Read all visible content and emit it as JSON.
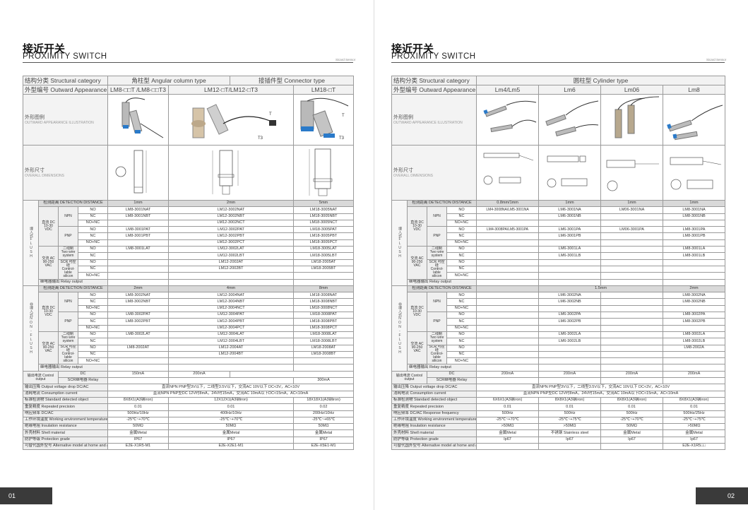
{
  "left": {
    "title_cn": "接近开关",
    "title_en": "PROXIMITY SWITCH",
    "tag": "Sicard Sensor",
    "page_no": "01",
    "structural": {
      "label": "结构分类 Structural category",
      "c1": "角柱型 Angular column type",
      "c2": "接插件型 Connector type"
    },
    "appearance": {
      "label": "外型编号 Outward Appearance code",
      "cols": [
        "LM8-□□T /LM8-□□T3",
        "LM12-□T/LM12-□T3",
        "LM18-□T"
      ]
    },
    "illus": {
      "cn": "外形图例",
      "en": "OUTWARD APPEARANCE ILLUSTRATION",
      "t1": "T",
      "t2": "T3",
      "t3": "T3",
      "t4": "T",
      "t5": "T3"
    },
    "overall": {
      "cn": "外形尺寸",
      "en": "OVERALL DIMENSIONS"
    },
    "flush": {
      "side": "埋入式FLUSH",
      "dist_label": "检测距离 DETECTION DISTANCE",
      "dist": [
        "1mm",
        "2mm",
        "5mm"
      ],
      "dc": "直流 DC 10-30 VDC",
      "ac": "交流 AC 90-250 VAC",
      "npn": "NPN",
      "pnp": "PNP",
      "two": "二线制 Two wire system",
      "scr": "SCR 可控硅 Control-lable silicon",
      "relay": "继电器输出 Relay output",
      "rows": [
        [
          "NO",
          "LM8-3001NAT",
          "LM12-3002NAT",
          "LM18-3005NAT"
        ],
        [
          "NC",
          "LM8-3001NBT",
          "LM12-3002NBT",
          "LM18-3005NBT"
        ],
        [
          "NO+NC",
          "",
          "LM12-3002NCT",
          "LM18-3005NCT"
        ],
        [
          "NO",
          "LM8-3001PAT",
          "LM12-3002PAT",
          "LM18-3005PAT"
        ],
        [
          "NC",
          "LM8-3001PBT",
          "LM12-3002PBT",
          "LM18-3005PBT"
        ],
        [
          "NO+NC",
          "",
          "LM12-3002PCT",
          "LM18-3005PCT"
        ],
        [
          "NO",
          "LM8-3001LAT",
          "LM12-3002LAT",
          "LM18-3005LAT"
        ],
        [
          "NC",
          "",
          "LM12-3002LBT",
          "LM18-3005LBT"
        ],
        [
          "NO",
          "",
          "LM12-2002AT",
          "LM18-2005AT"
        ],
        [
          "NC",
          "",
          "LM12-2002BT",
          "LM18-2005BT"
        ],
        [
          "NO+NC",
          "",
          "",
          ""
        ]
      ]
    },
    "nonflush": {
      "side": "非埋入式NON-FLUSH",
      "dist_label": "检测距离 DETECTION DISTANCE",
      "dist": [
        "2mm",
        "4mm",
        "8mm"
      ],
      "rows": [
        [
          "NO",
          "LM8-3002NAT",
          "LM12-3004NAT",
          "LM18-3008NAT"
        ],
        [
          "NC",
          "LM8-3002NBT",
          "LM12-3004NBT",
          "LM18-3008NBT"
        ],
        [
          "NO+NC",
          "",
          "LM12-3004NCT",
          "LM18-3008NCT"
        ],
        [
          "NO",
          "LM8-3002PAT",
          "LM12-3004PAT",
          "LM18-3008PAT"
        ],
        [
          "NC",
          "LM8-3002PBT",
          "LM12-3004PBT",
          "LM18-3008PBT"
        ],
        [
          "NO+NC",
          "",
          "LM12-3004PCT",
          "LM18-3008PCT"
        ],
        [
          "NO",
          "LM8-3002LAT",
          "LM12-3004LAT",
          "LM18-3008LAT"
        ],
        [
          "NC",
          "",
          "LM12-3004LBT",
          "LM18-3008LBT"
        ],
        [
          "NO",
          "LM8-2002AT",
          "LM12-2004AT",
          "LM18-2008AT"
        ],
        [
          "NC",
          "",
          "LM12-2004BT",
          "LM18-2008BT"
        ],
        [
          "NO+NC",
          "",
          "",
          ""
        ]
      ]
    },
    "control": {
      "label": "输出电流 Control output",
      "dc": "DC",
      "relay": "SCR继电器 Relay",
      "v1": "150mA",
      "v2": "200mA",
      "v3": "300mA"
    },
    "specs": [
      [
        "输出压降 Output voltage drop DC/AC",
        "直流NPN PNP型3V以下，二线型3.5V以下，交流AC 10V以下 DC<3V，AC<10V"
      ],
      [
        "消耗电流 Consumption current",
        "直流NPN PNP型DC 12V时8mA，24V时15mA，交流AC 10mA以下DC<15mA，AC<10mA"
      ],
      [
        "标准检测物 Standard detected object",
        "8X8X1(A3钢iron)",
        "12X12X1(A3钢iron)",
        "18X18X1(A3钢iron)"
      ],
      [
        "重复精度 Repeated precision",
        "0.01",
        "0.01",
        "0.02"
      ],
      [
        "响应频率 DC/AC",
        "500Hz/10Hz",
        "400Hz/10Hz",
        "200Hz/10Hz"
      ],
      [
        "工作环境温度 Working environment temperature",
        "-25℃~+70℃",
        "-25℃~+70℃",
        "-25℃~+65℃"
      ],
      [
        "绝缘电阻 Insulation resistance",
        "50MΩ",
        "50MΩ",
        "50MΩ"
      ],
      [
        "外壳材料 Shell material",
        "金属Metal",
        "金属Metal",
        "金属Metal"
      ],
      [
        "防护等级 Protection grade",
        "IP67",
        "IP67",
        "IP67"
      ],
      [
        "可替代国外型号 Alternative model at home and abroad",
        "E2E-X1R5-M1",
        "E2E-X2E1-M1",
        "E2E-X5E1-M1"
      ]
    ]
  },
  "right": {
    "title_cn": "接近开关",
    "title_en": "PROXIMITY SWITCH",
    "tag": "Sicard Sensor",
    "page_no": "02",
    "structural": {
      "label": "结构分类 Structural category",
      "c1": "圆柱型 Cylinder type"
    },
    "appearance": {
      "label": "外型编号 Outward Appearance code",
      "cols": [
        "Lm4/Lm5",
        "Lm6",
        "Lm06",
        "Lm8"
      ]
    },
    "illus": {
      "cn": "外形图例",
      "en": "OUTWARD APPEARANCE ILLUSTRATION"
    },
    "overall": {
      "cn": "外形尺寸",
      "en": "OVERALL DIMENSIONS"
    },
    "flush": {
      "side": "埋入式FLUSH",
      "dist_label": "检测距离 DETECTION DISTANCE",
      "dist": [
        "0.8mm/1mm",
        "1mm",
        "1mm",
        "1mm"
      ],
      "dc": "直流 DC 10-30 VDC",
      "ac": "交流 AC 90-250 VAC",
      "npn": "NPN",
      "pnp": "PNP",
      "two": "二线制 Two wire system",
      "scr": "SCR 可控硅 Control-lable silicon",
      "relay": "继电器输出 Relay output",
      "rows": [
        [
          "NO",
          "LM4-3008NA/LM5-3001NA",
          "LM6-3001NA",
          "LM06-3001NA",
          "LM8-3001NA"
        ],
        [
          "NC",
          "",
          "LM6-3001NB",
          "",
          "LM8-3001NB"
        ],
        [
          "NO+NC",
          "",
          "",
          "",
          ""
        ],
        [
          "NO",
          "LM4-3008PA/LM5-3001PA",
          "LM6-3001PA",
          "LM06-3001PA",
          "LM8-3001PA"
        ],
        [
          "NC",
          "",
          "LM6-3001PB",
          "",
          "LM8-3001PB"
        ],
        [
          "NO+NC",
          "",
          "",
          "",
          ""
        ],
        [
          "NO",
          "",
          "LM6-3001LA",
          "",
          "LM8-3001LA"
        ],
        [
          "NC",
          "",
          "LM6-3001LB",
          "",
          "LM8-3001LB"
        ],
        [
          "NO",
          "",
          "",
          "",
          ""
        ],
        [
          "NC",
          "",
          "",
          "",
          ""
        ],
        [
          "NO+NC",
          "",
          "",
          "",
          ""
        ]
      ]
    },
    "nonflush": {
      "side": "非埋入式NON-FLUSH",
      "dist_label": "检测距离 DETECTION DISTANCE",
      "dist": [
        "1.5mm",
        "2mm"
      ],
      "rows": [
        [
          "NO",
          "LM6-3002NA",
          "LM8-3002NA"
        ],
        [
          "NC",
          "LM6-3002NB",
          "LM8-3002NB"
        ],
        [
          "NO+NC",
          "",
          ""
        ],
        [
          "NO",
          "LM6-3002PA",
          "LM8-3002PA"
        ],
        [
          "NC",
          "LM6-3002PB",
          "LM8-3002PB"
        ],
        [
          "NO+NC",
          "",
          ""
        ],
        [
          "NO",
          "LM6-3002LA",
          "LM8-3002LA"
        ],
        [
          "NC",
          "LM6-3002LB",
          "LM8-3002LB"
        ],
        [
          "NO",
          "",
          "LM8-2002A"
        ],
        [
          "NC",
          "",
          ""
        ],
        [
          "NO+NC",
          "",
          ""
        ]
      ]
    },
    "control": {
      "label": "输出电流 Control output",
      "dc": "DC",
      "relay": "SCR继电器 Relay",
      "vals": [
        "200mA",
        "200mA",
        "200mA",
        "200mA"
      ]
    },
    "specs": [
      [
        "输出压降 Output voltage drop DC/AC",
        "直流NPN PNP型3V以下，二线型3.5V以下，交流AC 10V以下 DC<3V，AC<10V"
      ],
      [
        "消耗电流 Consumption current",
        "直流NPN PNP型DC 12V时8mA，24V时15mA，交流AC 10mA以下DC<15mA，AC<10mA"
      ],
      [
        "标准检测物 Standard detected object",
        "6X6X1(A3钢iron)",
        "8X8X1(A3钢iron)",
        "8X8X1(A3钢iron)",
        "8X8X1(A3钢iron)"
      ],
      [
        "重复精度 Repeated precision",
        "0.01",
        "0.01",
        "0.01",
        "0.01"
      ],
      [
        "响应频率 DC/AC Response frequency",
        "500Hz",
        "500Hz",
        "500Hz",
        "500Hz/25Hz"
      ],
      [
        "工作环境温度 Working environment temperature",
        "-25℃~+70℃",
        "-25℃~+75℃",
        "-25℃~+70℃",
        "-25℃~+75℃"
      ],
      [
        "绝缘电阻 Insulation resistance",
        ">50MΩ",
        ">50MΩ",
        "50MΩ",
        ">50MΩ"
      ],
      [
        "外壳材料 Shell material",
        "金属Metal",
        "不锈钢 Stainless steel",
        "金属Metal",
        "金属Metal"
      ],
      [
        "防护等级 Protection grade",
        "Ip67",
        "Ip67",
        "Ip67",
        "Ip67"
      ],
      [
        "可替代国外型号 Alternative model at home and abroad",
        "",
        "",
        "",
        "E2E-X1R5□□"
      ]
    ]
  }
}
